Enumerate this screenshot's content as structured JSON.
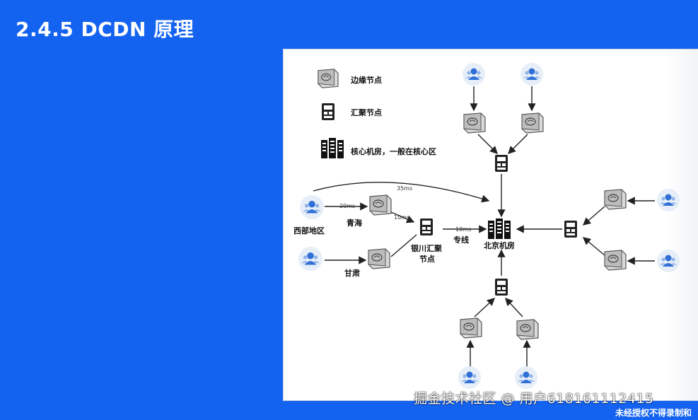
{
  "slide": {
    "title": "2.4.5 DCDN 原理"
  },
  "legend": {
    "edge": "边缘节点",
    "agg": "汇聚节点",
    "core": "核心机房，一般在核心区"
  },
  "labels": {
    "west": "西部地区",
    "qinghai": "青海",
    "gansu": "甘肃",
    "yinchuan": "银川汇聚\n节点",
    "line": "专线",
    "beijing": "北京机房",
    "lat35": "35ms",
    "lat20": "20ms",
    "lat10a": "10ms",
    "lat10b": "10ms"
  },
  "watermark": {
    "main": "掘金技术社区 @ 用户618161112415",
    "sub": "未经授权不得录制和"
  }
}
